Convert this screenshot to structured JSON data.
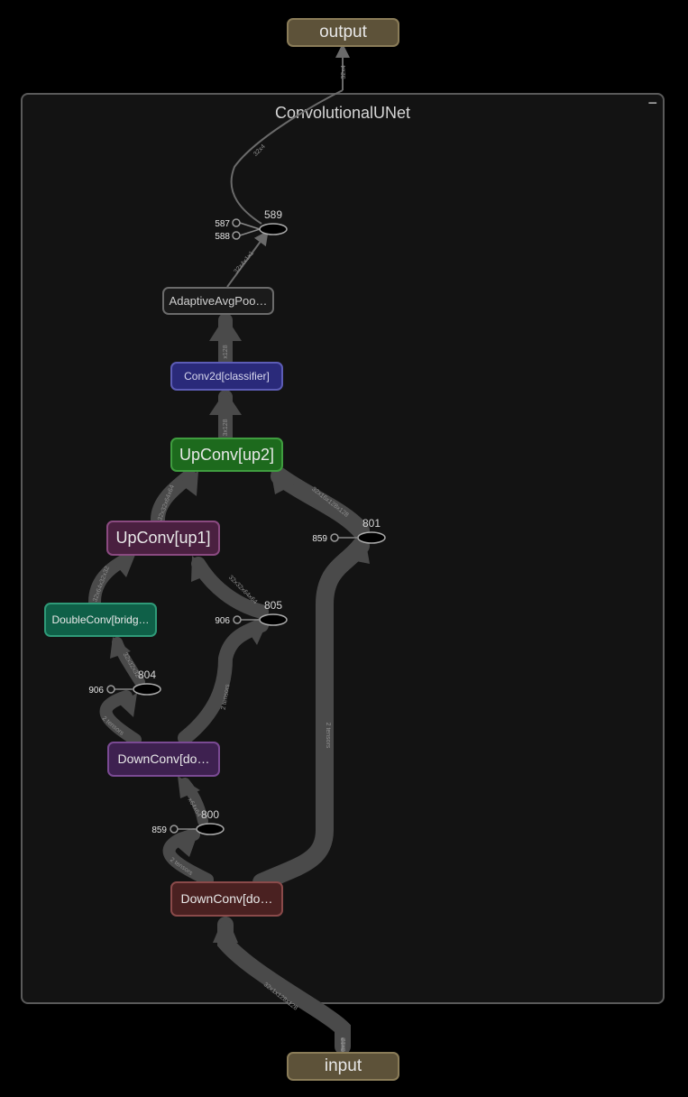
{
  "graph_title": "ConvolutionalUNet",
  "collapse_label": "−",
  "nodes": {
    "output": "output",
    "input": "input",
    "avgpool": "AdaptiveAvgPoo…",
    "classifier": "Conv2d[classifier]",
    "up2": "UpConv[up2]",
    "up1": "UpConv[up1]",
    "bridge": "DoubleConv[bridg…",
    "down2": "DownConv[do…",
    "down1": "DownConv[do…"
  },
  "ops": {
    "op589": "589",
    "op801": "801",
    "op805": "805",
    "op804": "804",
    "op800": "800"
  },
  "consts": {
    "c587": "587",
    "c588": "588",
    "c859a": "859",
    "c906a": "906",
    "c906b": "906",
    "c859b": "859"
  },
  "edges": {
    "e_out": "32x4",
    "e_589_top": "32x4",
    "e_pool": "32x4x1x1",
    "e_cls": "x128",
    "e_up2": "3x128",
    "e_801": "32x16x128x128",
    "e_up1": "32x32x64x64",
    "e_805": "32x32x64x64",
    "e_bridge": "32x64x32x32",
    "e_804": "32x32x32",
    "e_804b": "2 tensors",
    "e_805b": "2 tensors",
    "e_long": "2 tensors",
    "e_800": "x64x64",
    "e_800b": "2 tensors",
    "e_in": "32x1x128x128",
    "e_in2": "3x12"
  },
  "colors": {
    "background": "#000000",
    "panel": "#131313",
    "edge": "#4a4a4a"
  }
}
